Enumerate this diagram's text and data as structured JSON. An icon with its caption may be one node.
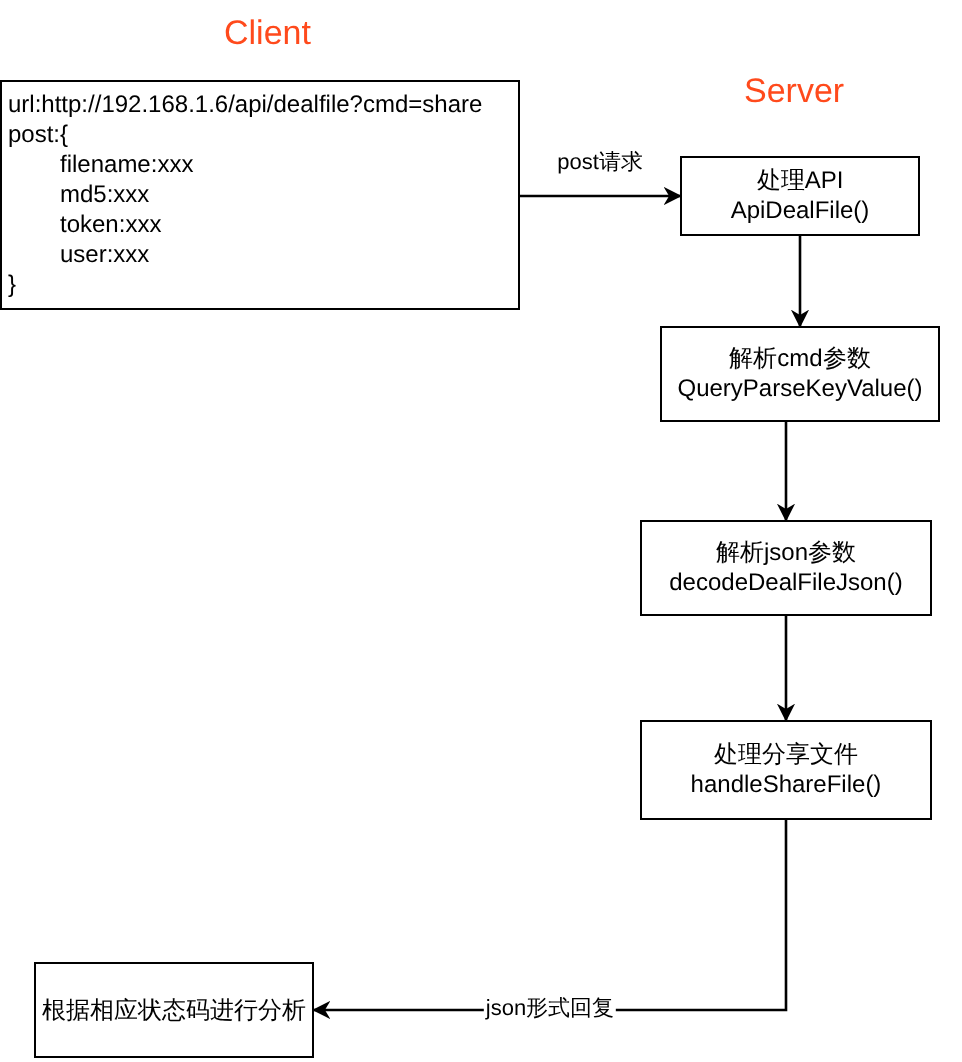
{
  "diagram": {
    "nodes": [
      {
        "text": [
          "url:http://192.168.1.6/api/dealfile?cmd=share",
          "post:{",
          "filename:xxx",
          "md5:xxx",
          "token:xxx",
          "user:xxx",
          "}"
        ]
      },
      {
        "text": [
          "处理API",
          "ApiDealFile()"
        ]
      },
      {
        "text": [
          "解析cmd参数",
          "QueryParseKeyValue()"
        ]
      },
      {
        "text": [
          "解析json参数",
          "decodeDealFileJson()"
        ]
      },
      {
        "text": [
          "处理分享文件",
          "handleShareFile()"
        ]
      },
      {
        "text": [
          "根据相应状态码进行分析"
        ]
      }
    ],
    "edges": [
      {
        "from": 0,
        "to": 1,
        "arrow": "to",
        "label": "post请求"
      },
      {
        "from": 1,
        "to": 2,
        "arrow": "to"
      },
      {
        "from": 2,
        "to": 3,
        "arrow": "to"
      },
      {
        "from": 3,
        "to": 4,
        "arrow": "to"
      },
      {
        "from": 4,
        "to": 5,
        "arrow": "to",
        "label": "json形式回复"
      }
    ],
    "labels": [
      "Client",
      "Server"
    ]
  }
}
